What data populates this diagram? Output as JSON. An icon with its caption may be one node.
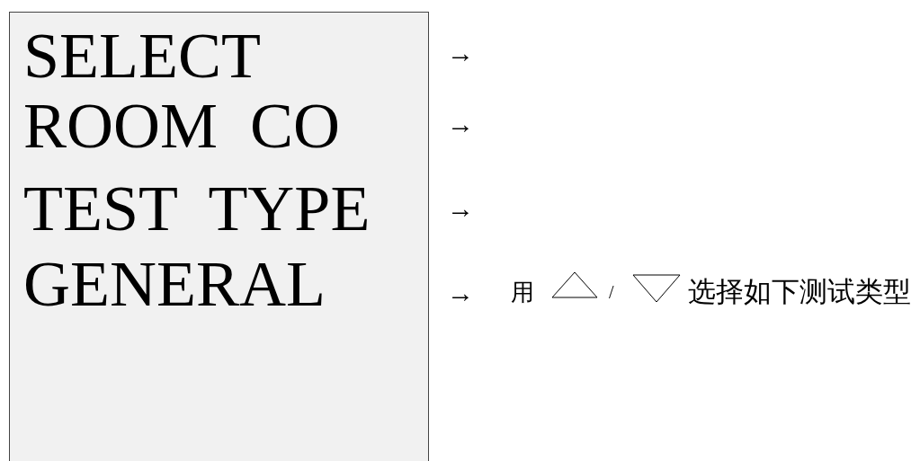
{
  "diagram": {
    "nodes": [
      {
        "text": [
          "SELECT",
          "ROOM CO",
          "TEST TYPE",
          "GENERAL"
        ]
      }
    ],
    "labels": [
      "→",
      "→",
      "→",
      "→",
      "用",
      "/",
      "选择如下测试类型"
    ]
  }
}
